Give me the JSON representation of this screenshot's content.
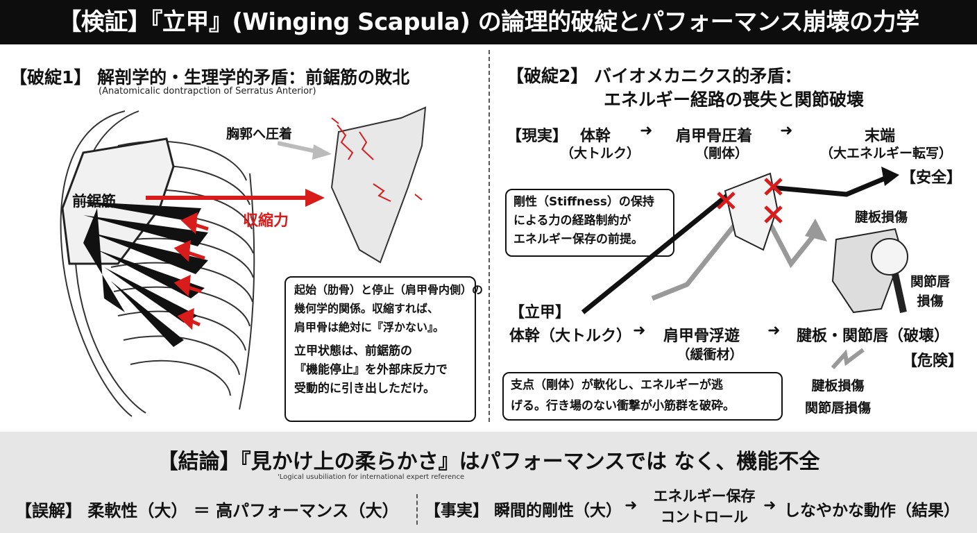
{
  "title": "【検証】『立甲』(Winging Scapula) の論理的破綻とパフォーマンス崩壊の力学",
  "left": {
    "heading": "【破綻1】 解剖学的・生理学的矛盾：前鋸筋の敗北",
    "subheading": "(Anatomicalic dontrapction of Serratus Anterior)",
    "label_serratus": "前鋸筋",
    "label_contraction": "収縮力",
    "label_compress": "胸郭へ圧着",
    "box_lines": [
      "起始（肋骨）と停止（肩甲骨内側）の",
      "幾何学的関係。収縮すれば、",
      "肩甲骨は絶対に『浮かない』。",
      "",
      "立甲状態は、前鋸筋の",
      "『機能停止』を外部床反力で",
      "受動的に引き出しただけ。"
    ]
  },
  "right": {
    "heading_line1": "【破綻2】 バイオメカニクス的矛盾：",
    "heading_line2": "エネルギー経路の喪失と関節破壊",
    "reality": {
      "tag": "【現実】",
      "item1": "体幹",
      "item1_sub": "（大トルク）",
      "item2": "肩甲骨圧着",
      "item2_sub": "（剛体）",
      "item3": "末端",
      "item3_sub": "（大エネルギー転写）",
      "safe": "【安全】"
    },
    "stiffness_box": [
      "剛性（Stiffness）の保持",
      "による力の経路制約が",
      "エネルギー保存の前提。"
    ],
    "tendon_injury": "腱板損傷",
    "labrum_injury": [
      "関節唇",
      "損傷"
    ],
    "winging": {
      "tag": "【立甲】",
      "item1": "体幹（大トルク）",
      "item2": "肩甲骨浮遊",
      "item2_sub": "（緩衝材）",
      "item3": "腱板・関節唇（破壊）",
      "danger": "【危険】"
    },
    "fulcrum_box": [
      "支点（剛体）が軟化し、エネルギーが逃",
      "げる。行き場のない衝撃が小筋群を破砕。"
    ],
    "bottom_injuries": [
      "腱板損傷",
      "関節唇損傷"
    ]
  },
  "conclusion": {
    "title": "【結論】『見かけ上の柔らかさ』はパフォーマンスでは なく、機能不全",
    "note": "'Logical usubiliation for international expert reference",
    "misconception": "【誤解】 柔軟性（大） ＝ 高パフォーマンス（大）",
    "fact_prefix": "【事実】 瞬間的剛性（大）",
    "fact_mid": [
      "エネルギー保存",
      "コントロール"
    ],
    "fact_suffix": "しなやかな動作（結果）"
  },
  "colors": {
    "accent_red": "#d81c1c",
    "title_bg": "#0d0d0d",
    "band_bg": "#e6e6e6"
  }
}
